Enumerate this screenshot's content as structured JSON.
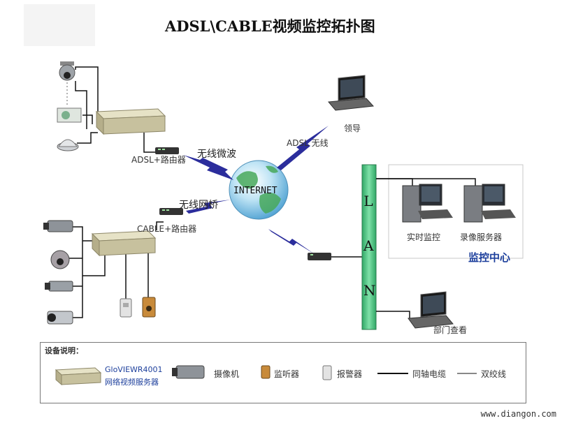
{
  "title": "ADSL\\CABLE视频监控拓扑图",
  "internet_label": "INTERNET",
  "links": {
    "adsl_router": "ADSL+路由器",
    "wireless_microwave": "无线微波",
    "cable_router": "CABLE+路由器",
    "wireless_bridge": "无线网桥",
    "adsl_wireless": "ADSL 无线"
  },
  "leader_label": "领导",
  "lan_letters": [
    "L",
    "A",
    "N"
  ],
  "monitor_center": {
    "realtime": "实时监控",
    "recording": "录像服务器",
    "title": "监控中心"
  },
  "department_label": "部门查看",
  "legend": {
    "heading": "设备说明：",
    "server_name": "GloVIEWR4001",
    "server_desc": "网络视频服务器",
    "camera": "摄像机",
    "listener": "监听器",
    "alarm": "报警器",
    "coax": "同轴电缆",
    "twisted": "双绞线"
  },
  "watermark": "www.diangon.com",
  "colors": {
    "lightning": "#2b2d9c",
    "lan_bar": "#3cb878",
    "server_box": "#cfcaa8",
    "title_blue": "#1d3f9c"
  }
}
